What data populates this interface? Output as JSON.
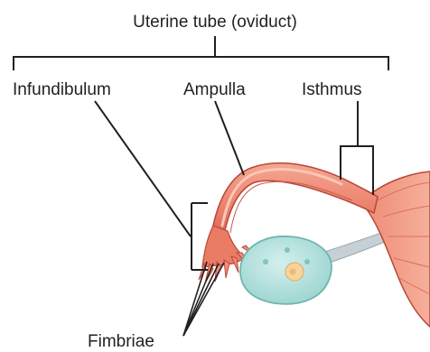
{
  "labels": {
    "title": "Uterine tube (oviduct)",
    "infundibulum": "Infundibulum",
    "ampulla": "Ampulla",
    "isthmus": "Isthmus",
    "fimbriae": "Fimbriae"
  },
  "colors": {
    "tube_fill": "#ef8f78",
    "tube_stroke": "#b9473a",
    "tube_highlight": "#f7b9a6",
    "ovary_fill": "#b7e3e0",
    "ovary_stroke": "#6fb5b0",
    "follicle_fill": "#f6d49b",
    "ligament_fill": "#c9d2d8",
    "line_color": "#231f20"
  }
}
